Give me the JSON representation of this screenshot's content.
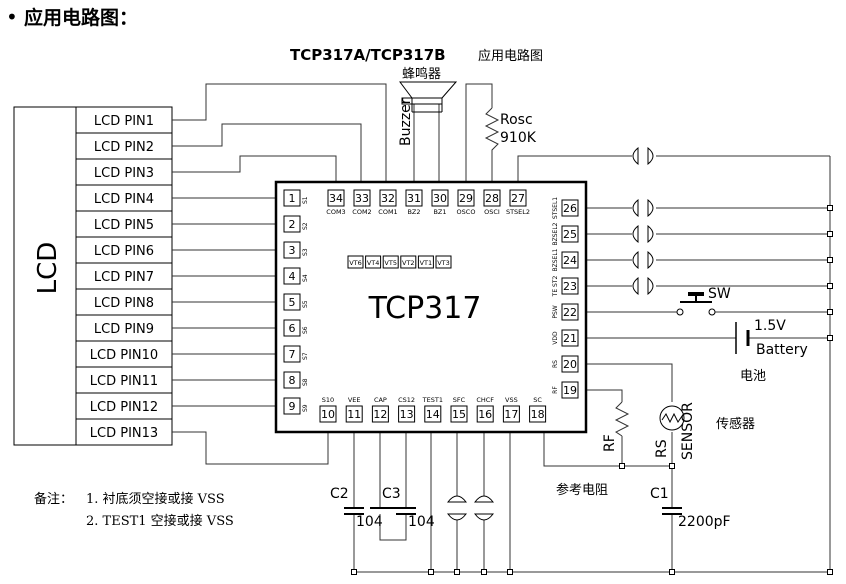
{
  "page": {
    "section_heading": "应用电路图：",
    "bullet": "•"
  },
  "diagram": {
    "title": "TCP317A/TCP317B",
    "title_suffix": "应用电路图",
    "lcd_label": "LCD",
    "lcd_pins": [
      "LCD PIN1",
      "LCD PIN2",
      "LCD PIN3",
      "LCD PIN4",
      "LCD PIN5",
      "LCD PIN6",
      "LCD PIN7",
      "LCD PIN8",
      "LCD PIN9",
      "LCD PIN10",
      "LCD PIN11",
      "LCD PIN12",
      "LCD PIN13"
    ],
    "chip_label": "TCP317",
    "vt_labels": [
      "VT6",
      "VT4",
      "VT5",
      "VT2",
      "VT1",
      "VT3"
    ],
    "left_pins": [
      {
        "num": "1",
        "name": "S1"
      },
      {
        "num": "2",
        "name": "S2"
      },
      {
        "num": "3",
        "name": "S3"
      },
      {
        "num": "4",
        "name": "S4"
      },
      {
        "num": "5",
        "name": "S5"
      },
      {
        "num": "6",
        "name": "S6"
      },
      {
        "num": "7",
        "name": "S7"
      },
      {
        "num": "8",
        "name": "S8"
      },
      {
        "num": "9",
        "name": "S9"
      }
    ],
    "top_pins": [
      {
        "num": "34",
        "name": "COM3"
      },
      {
        "num": "33",
        "name": "COM2"
      },
      {
        "num": "32",
        "name": "COM1"
      },
      {
        "num": "31",
        "name": "BZ2"
      },
      {
        "num": "30",
        "name": "BZ1"
      },
      {
        "num": "29",
        "name": "OSCO"
      },
      {
        "num": "28",
        "name": "OSCI"
      },
      {
        "num": "27",
        "name": "STSEL2"
      }
    ],
    "right_pins": [
      {
        "num": "26",
        "name": "STSEL1"
      },
      {
        "num": "25",
        "name": "BZSEL2"
      },
      {
        "num": "24",
        "name": "BZSEL1"
      },
      {
        "num": "23",
        "name": "TE ST2"
      },
      {
        "num": "22",
        "name": "PSW"
      },
      {
        "num": "21",
        "name": "VDD"
      },
      {
        "num": "20",
        "name": "RS"
      },
      {
        "num": "19",
        "name": "RF"
      }
    ],
    "bottom_pins": [
      {
        "num": "10",
        "name": "S10"
      },
      {
        "num": "11",
        "name": "VEE"
      },
      {
        "num": "12",
        "name": "CAP"
      },
      {
        "num": "13",
        "name": "CS12"
      },
      {
        "num": "14",
        "name": "TEST1"
      },
      {
        "num": "15",
        "name": "SFC"
      },
      {
        "num": "16",
        "name": "CHCF"
      },
      {
        "num": "17",
        "name": "VSS"
      },
      {
        "num": "18",
        "name": "SC"
      }
    ],
    "buzzer_cn": "蜂鸣器",
    "buzzer_en": "Buzzer",
    "rosc_label": "Rosc",
    "rosc_value": "910K",
    "sw_label": "SW",
    "battery_voltage": "1.5V",
    "battery_label": "Battery",
    "battery_cn": "电池",
    "sensor_cn": "传感器",
    "rs_label": "RS",
    "sensor_label": "SENSOR",
    "rf_label": "RF",
    "ref_res_cn": "参考电阻",
    "c1_label": "C1",
    "c1_value": "2200pF",
    "c2_label": "C2",
    "c2_value": "104",
    "c3_label": "C3",
    "c3_value": "104",
    "notes_title": "备注：",
    "note1": "1. 衬底须空接或接 VSS",
    "note2": "2. TEST1 空接或接 VSS"
  }
}
